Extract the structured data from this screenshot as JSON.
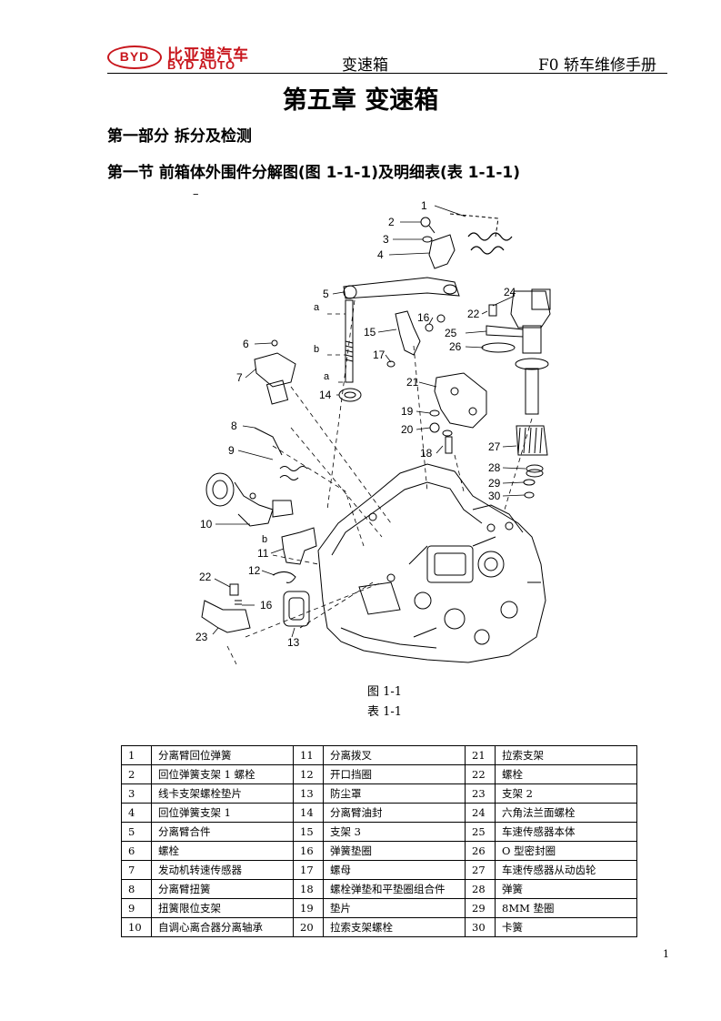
{
  "header": {
    "logo_mark": "BYD",
    "logo_cn": "比亚迪汽车",
    "logo_en": "BYD AUTO",
    "center": "变速箱",
    "right": "F0 轿车维修手册",
    "brand_color": "#c8161d"
  },
  "chapter_title": "第五章 变速箱",
  "part_title": "第一部分 拆分及检测",
  "section_title": "第一节 前箱体外围件分解图(图 1-1-1)及明细表(表 1-1-1)",
  "stray_mark": "–",
  "figure": {
    "callouts": [
      "1",
      "2",
      "3",
      "4",
      "5",
      "6",
      "7",
      "8",
      "9",
      "10",
      "11",
      "12",
      "13",
      "14",
      "15",
      "16",
      "16",
      "17",
      "18",
      "19",
      "20",
      "21",
      "22",
      "22",
      "23",
      "24",
      "25",
      "26",
      "27",
      "28",
      "29",
      "30"
    ],
    "letters": [
      "a",
      "b",
      "a",
      "b"
    ],
    "caption": "图 1-1",
    "table_caption": "表 1-1"
  },
  "parts_table": [
    [
      {
        "no": "1",
        "name": "分离臂回位弹簧"
      },
      {
        "no": "11",
        "name": "分离拨叉"
      },
      {
        "no": "21",
        "name": "拉索支架"
      }
    ],
    [
      {
        "no": "2",
        "name": "回位弹簧支架 1 螺栓"
      },
      {
        "no": "12",
        "name": "开口挡圈"
      },
      {
        "no": "22",
        "name": "螺栓"
      }
    ],
    [
      {
        "no": "3",
        "name": "线卡支架螺栓垫片"
      },
      {
        "no": "13",
        "name": "防尘罩"
      },
      {
        "no": "23",
        "name": "支架 2"
      }
    ],
    [
      {
        "no": "4",
        "name": "回位弹簧支架 1"
      },
      {
        "no": "14",
        "name": "分离臂油封"
      },
      {
        "no": "24",
        "name": "六角法兰面螺栓"
      }
    ],
    [
      {
        "no": "5",
        "name": "分离臂合件"
      },
      {
        "no": "15",
        "name": "支架 3"
      },
      {
        "no": "25",
        "name": "车速传感器本体"
      }
    ],
    [
      {
        "no": "6",
        "name": "螺栓"
      },
      {
        "no": "16",
        "name": "弹簧垫圈"
      },
      {
        "no": "26",
        "name": "O 型密封圈"
      }
    ],
    [
      {
        "no": "7",
        "name": "发动机转速传感器"
      },
      {
        "no": "17",
        "name": "螺母"
      },
      {
        "no": "27",
        "name": "车速传感器从动齿轮"
      }
    ],
    [
      {
        "no": "8",
        "name": "分离臂扭簧"
      },
      {
        "no": "18",
        "name": "螺栓弹垫和平垫圈组合件"
      },
      {
        "no": "28",
        "name": "弹簧"
      }
    ],
    [
      {
        "no": "9",
        "name": "扭簧限位支架"
      },
      {
        "no": "19",
        "name": "垫片"
      },
      {
        "no": "29",
        "name": "8MM 垫圈"
      }
    ],
    [
      {
        "no": "10",
        "name": "自调心离合器分离轴承"
      },
      {
        "no": "20",
        "name": "拉索支架螺栓"
      },
      {
        "no": "30",
        "name": "卡簧"
      }
    ]
  ],
  "page_number": "1"
}
